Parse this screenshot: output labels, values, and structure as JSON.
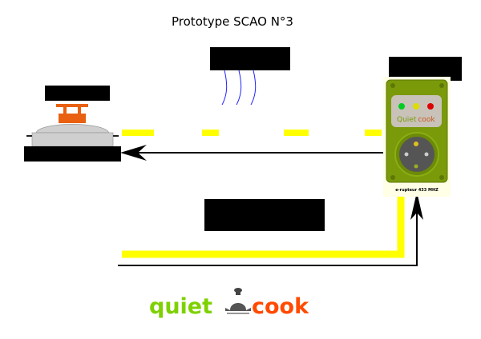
{
  "title": "Prototype SCAO N°3",
  "device": {
    "brand_left": "Quiet",
    "brand_right": "cook",
    "caption": "e-rupteur 433 MHZ",
    "leds": [
      "#00cc22",
      "#dddd00",
      "#dd0000"
    ]
  },
  "logo": {
    "left": "quiet",
    "right": "cook"
  },
  "colors": {
    "signal": "#ffff00",
    "wave": "#2222ff",
    "body": "#7a9a0a"
  }
}
